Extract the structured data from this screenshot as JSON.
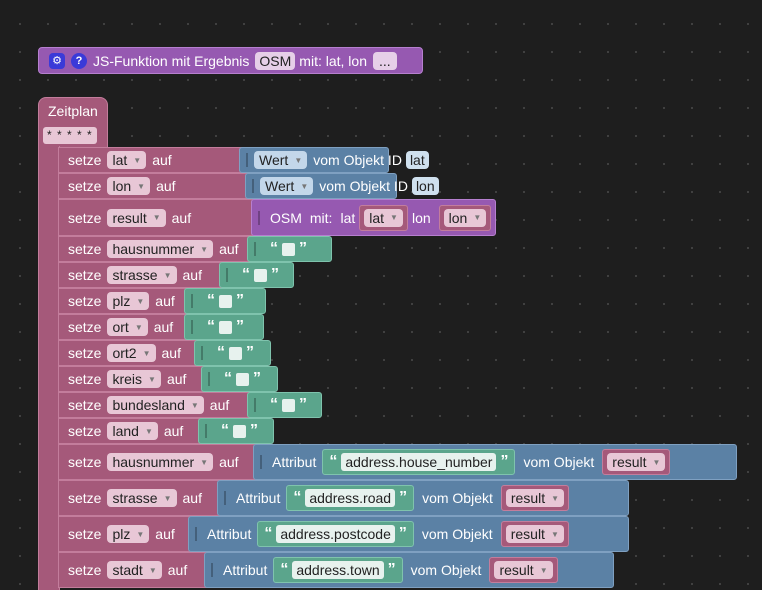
{
  "function_block": {
    "title": "JS-Funktion mit Ergebnis",
    "name": "OSM",
    "params": "mit: lat, lon",
    "more": "...",
    "settings_icon": "gear-icon",
    "help_icon": "question-icon"
  },
  "schedule": {
    "title": "Zeitplan",
    "cron": "* * * * *"
  },
  "labels": {
    "setze": "setze",
    "auf": "auf",
    "wert": "Wert",
    "vom_objekt_id": "vom Objekt ID",
    "attribut": "Attribut",
    "vom_objekt": "vom Objekt",
    "osm": "OSM",
    "mit": "mit:",
    "lat": "lat",
    "lon": "lon",
    "open_quote": "“",
    "close_quote": "”"
  },
  "rows": [
    {
      "var": "lat",
      "kind": "wert",
      "object_id": "lat"
    },
    {
      "var": "lon",
      "kind": "wert",
      "object_id": "lon"
    },
    {
      "var": "result",
      "kind": "osm",
      "arg_lat": "lat",
      "arg_lon": "lon"
    },
    {
      "var": "hausnummer",
      "kind": "empty"
    },
    {
      "var": "strasse",
      "kind": "empty"
    },
    {
      "var": "plz",
      "kind": "empty"
    },
    {
      "var": "ort",
      "kind": "empty"
    },
    {
      "var": "ort2",
      "kind": "empty"
    },
    {
      "var": "kreis",
      "kind": "empty"
    },
    {
      "var": "bundesland",
      "kind": "empty"
    },
    {
      "var": "land",
      "kind": "empty"
    },
    {
      "var": "hausnummer",
      "kind": "attr",
      "attr": "address.house_number",
      "obj": "result"
    },
    {
      "var": "strasse",
      "kind": "attr",
      "attr": "address.road",
      "obj": "result"
    },
    {
      "var": "plz",
      "kind": "attr",
      "attr": "address.postcode",
      "obj": "result"
    },
    {
      "var": "stadt",
      "kind": "attr",
      "attr": "address.town",
      "obj": "result"
    }
  ]
}
